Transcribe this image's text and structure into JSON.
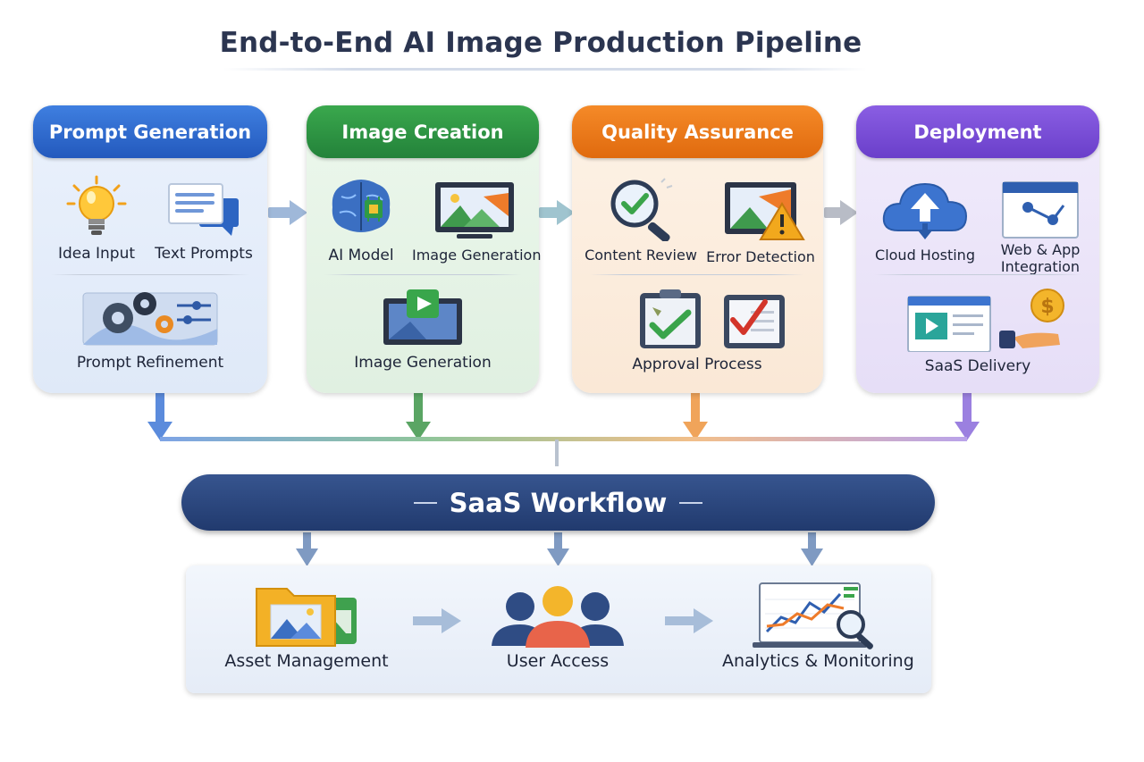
{
  "title": "End-to-End AI Image Production Pipeline",
  "stages": [
    {
      "header": "Prompt Generation",
      "color": "#2f6bd0",
      "background": "#e8f0fb",
      "items": [
        "Idea Input",
        "Text Prompts",
        "Prompt Refinement"
      ]
    },
    {
      "header": "Image Creation",
      "color": "#2e9440",
      "background": "#e9f5ea",
      "items": [
        "AI Model",
        "Image Generation",
        "Image Generation"
      ]
    },
    {
      "header": "Quality Assurance",
      "color": "#ef7a1a",
      "background": "#fdf0e3",
      "items": [
        "Content Review",
        "Error Detection",
        "Approval Process"
      ]
    },
    {
      "header": "Deployment",
      "color": "#7a4fd6",
      "background": "#efeafa",
      "items": [
        "Cloud Hosting",
        "Web & App Integration",
        "SaaS Delivery"
      ]
    }
  ],
  "workflow": {
    "label": "SaaS Workflow",
    "color": "#2a4478"
  },
  "bottom_items": [
    "Asset Management",
    "User Access",
    "Analytics & Monitoring"
  ],
  "icons": {
    "stage1": [
      "lightbulb-icon",
      "text-document-icon",
      "gears-sliders-icon"
    ],
    "stage2": [
      "brain-chip-icon",
      "monitor-image-icon",
      "monitor-play-icon"
    ],
    "stage3": [
      "magnifier-check-icon",
      "image-warning-icon",
      "clipboard-check-icon"
    ],
    "stage4": [
      "cloud-upload-icon",
      "browser-share-icon",
      "browser-video-coin-icon"
    ],
    "bottom": [
      "folder-images-icon",
      "users-group-icon",
      "analytics-chart-icon"
    ]
  }
}
